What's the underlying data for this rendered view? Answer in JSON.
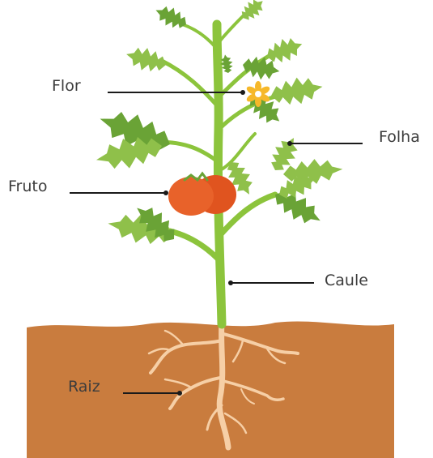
{
  "labels": {
    "flor": "Flor",
    "folha": "Folha",
    "fruto": "Fruto",
    "caule": "Caule",
    "raiz": "Raiz"
  },
  "colors": {
    "soil": "#c97c3e",
    "stem": "#8cc43c",
    "leaf_light": "#8fc04a",
    "leaf_dark": "#6aa336",
    "root": "#f6cfa6",
    "fruit": "#e8622a",
    "flower": "#f6b82a"
  }
}
